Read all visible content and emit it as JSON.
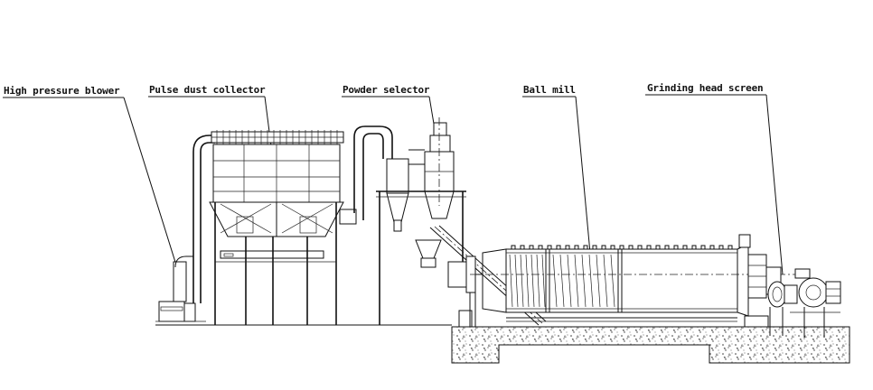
{
  "labels": {
    "blower": "High pressure blower",
    "collector": "Pulse dust collector",
    "selector": "Powder selector",
    "mill": "Ball mill",
    "screen": "Grinding head screen"
  },
  "icons": {
    "concrete_foundation": "concrete-foundation-icon",
    "blower": "blower-icon",
    "collector": "dust-collector-icon",
    "selector": "powder-selector-icon",
    "mill": "ball-mill-icon",
    "screen": "grinding-head-screen-icon",
    "motor": "motor-icon"
  },
  "colors": {
    "line": "#111111",
    "background": "#ffffff"
  }
}
